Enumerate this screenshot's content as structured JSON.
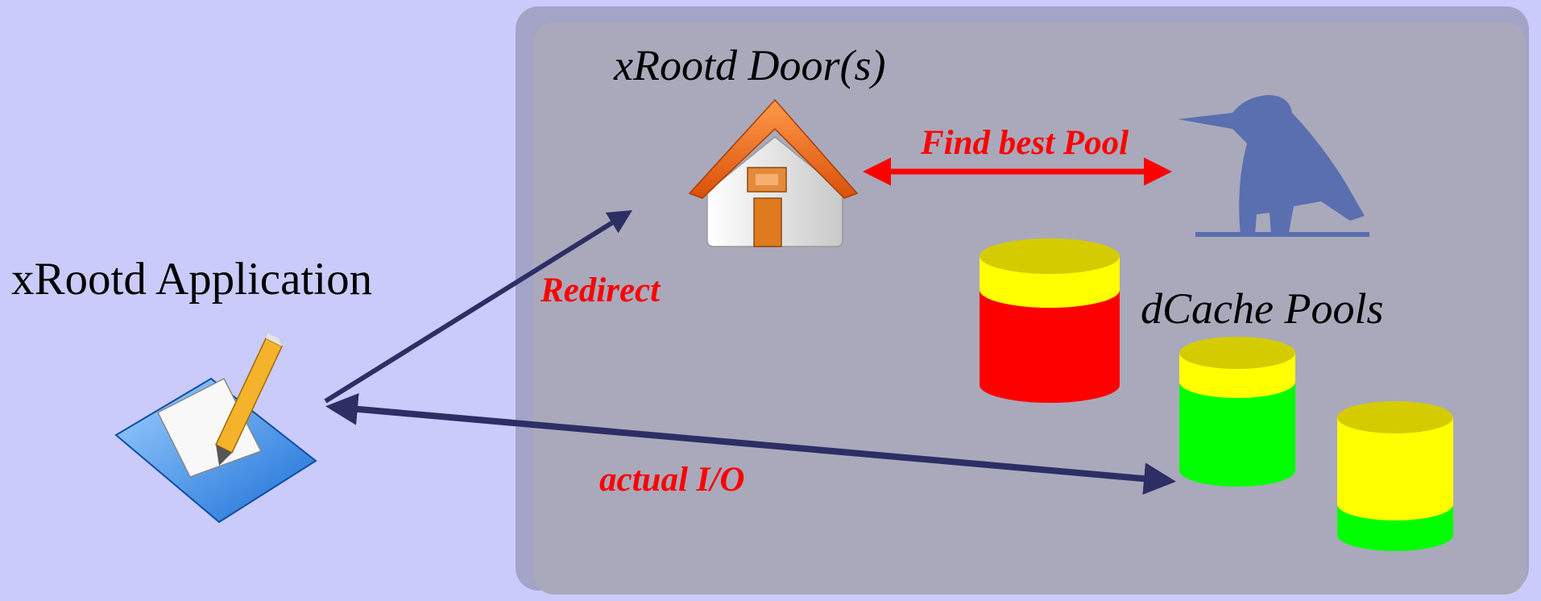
{
  "labels": {
    "door": "xRootd Door(s)",
    "application": "xRootd Application",
    "pools": "dCache Pools",
    "find_best_pool": "Find best Pool",
    "redirect": "Redirect",
    "actual_io": "actual I/O"
  },
  "colors": {
    "background": "#cbcbfb",
    "panel": "#a9a9bb",
    "arrow_dark": "#2e2e66",
    "arrow_red": "#ff0000",
    "bird": "#5a6faf",
    "cylinder_top": "#d4cc00",
    "cylinder_band": "#ffff00",
    "pool_red": "#ff0000",
    "pool_green": "#00ff00"
  },
  "icons": {
    "door": "house-icon",
    "broker": "bird-icon",
    "application": "notepad-pencil-icon"
  },
  "pools": [
    {
      "id": "pool-1",
      "fill": "red"
    },
    {
      "id": "pool-2",
      "fill": "green"
    },
    {
      "id": "pool-3",
      "fill": "yellow-green"
    }
  ]
}
